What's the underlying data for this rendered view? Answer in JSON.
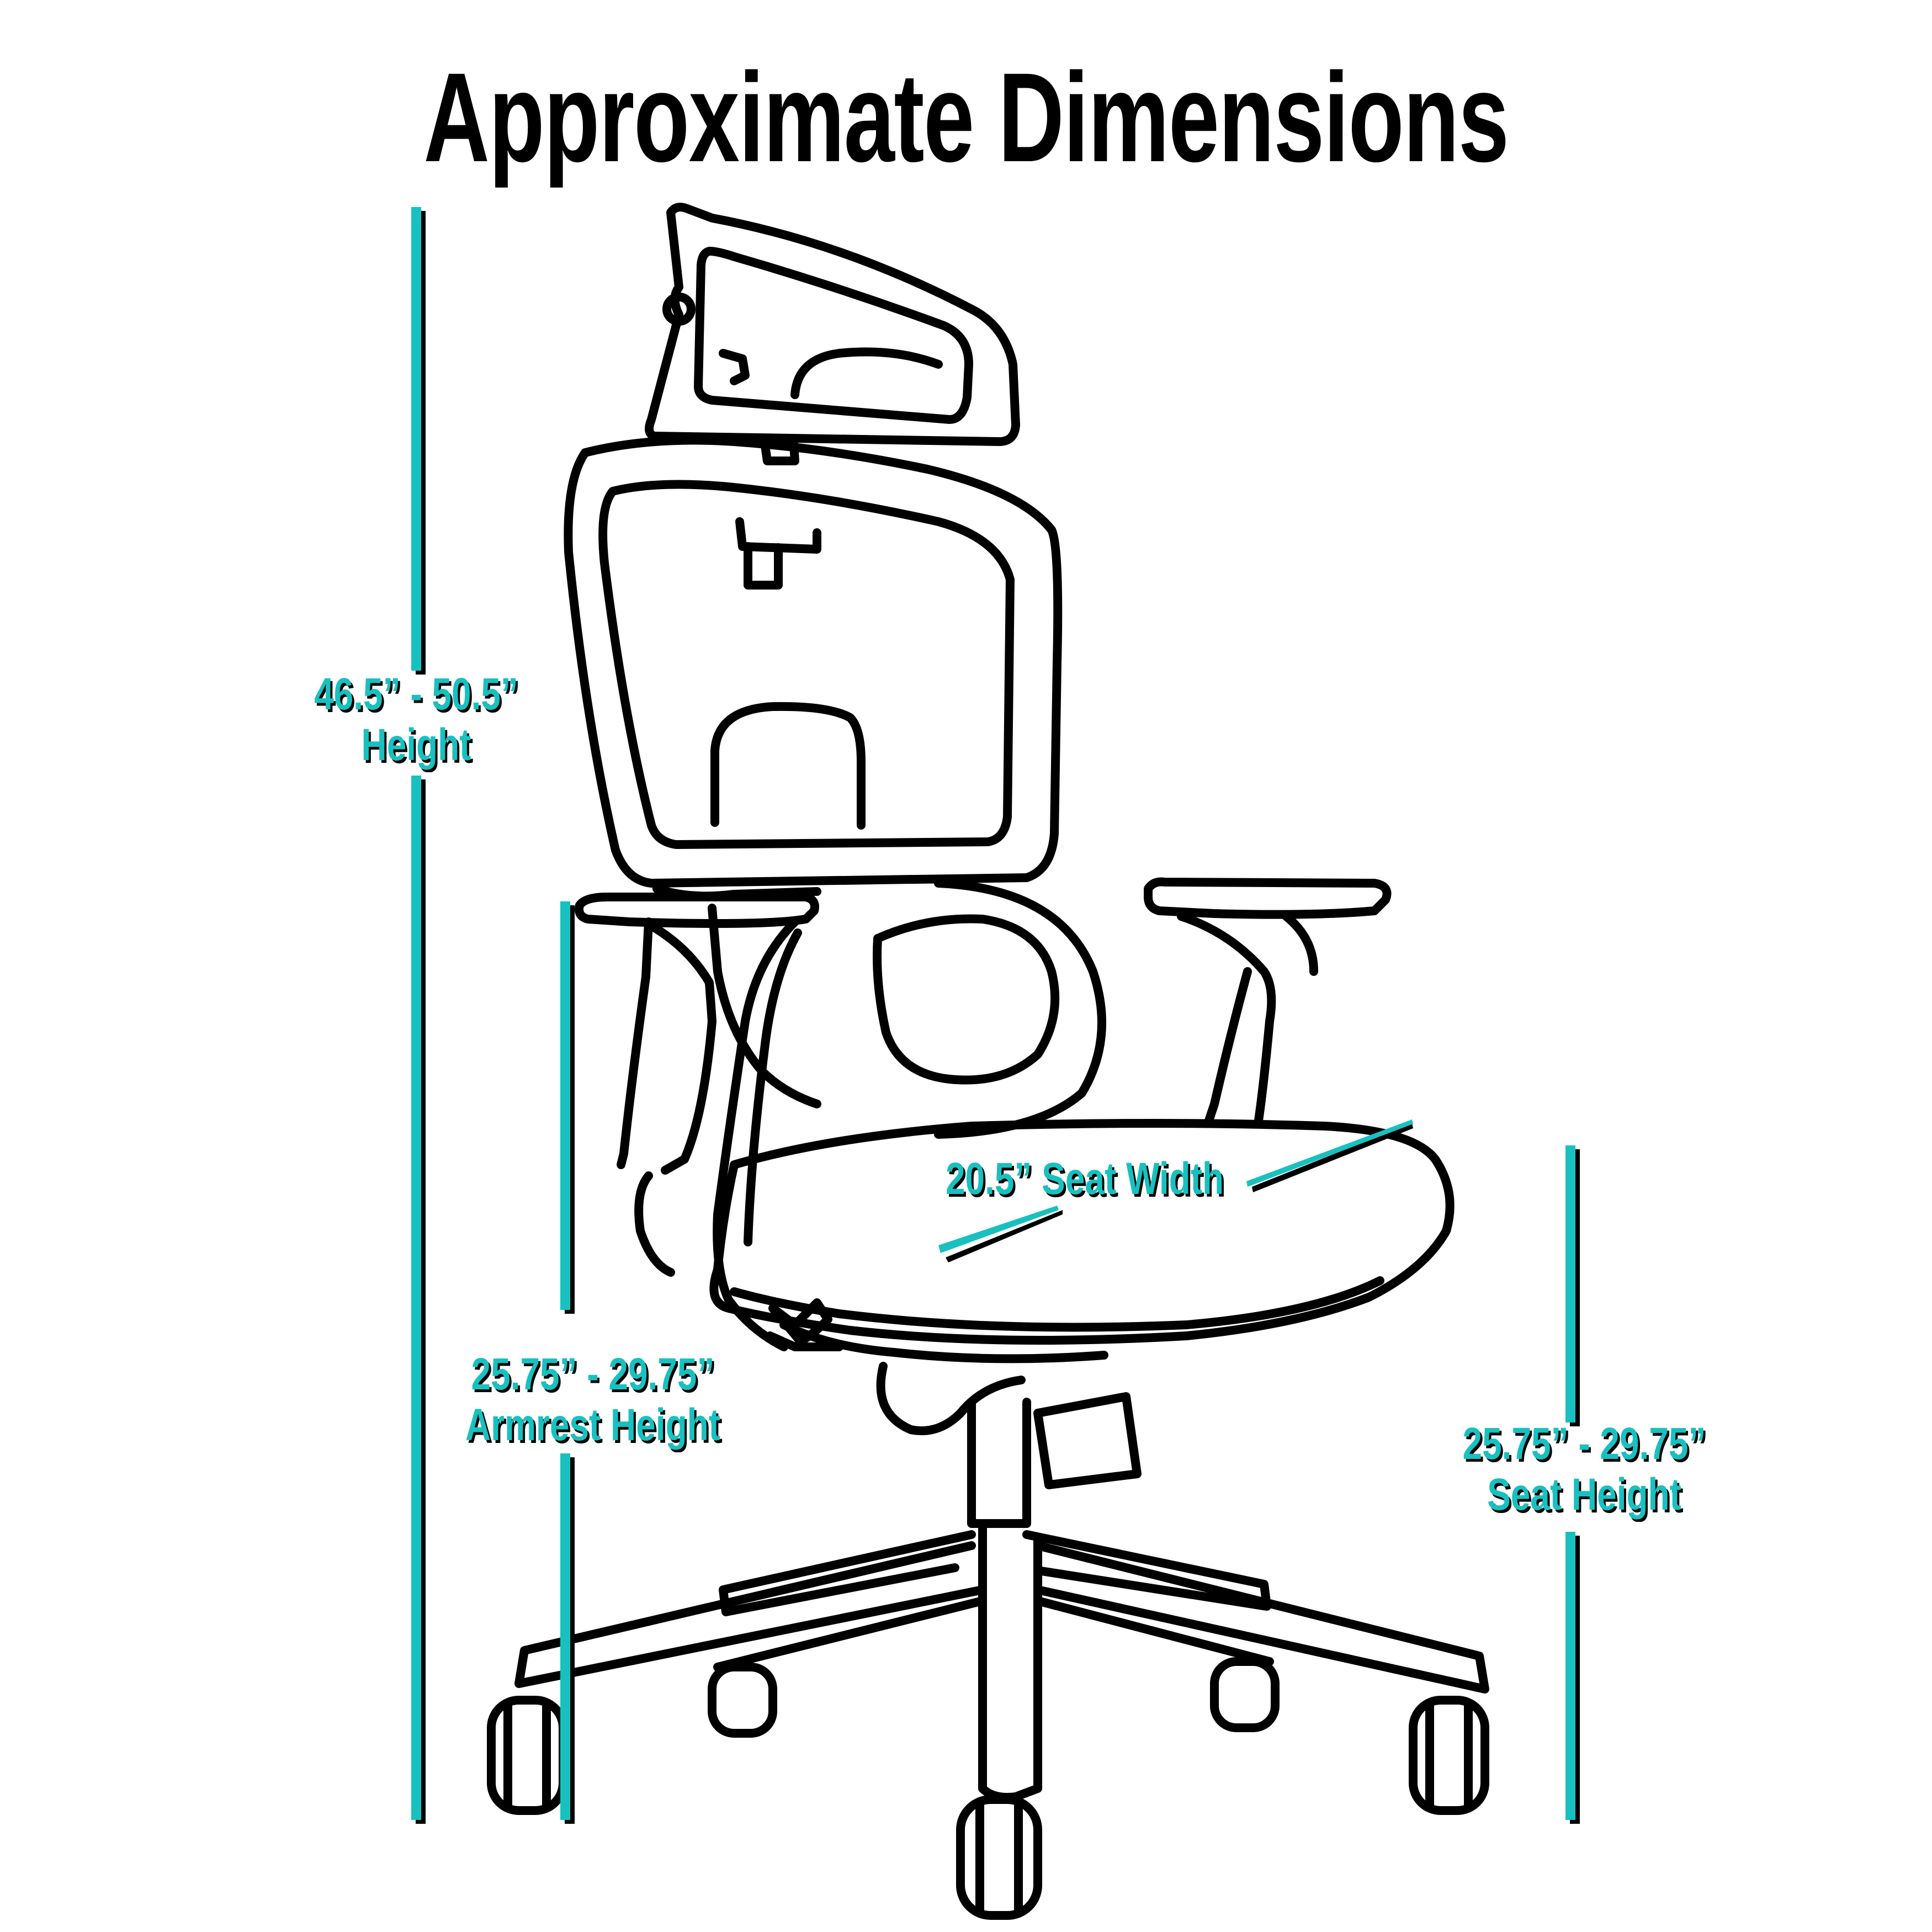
{
  "title": "Approximate Dimensions",
  "accent_color": "#19c0c0",
  "outline_color": "#000000",
  "dimensions": {
    "overall_height": {
      "range": "46.5” - 50.5”",
      "label": "Height"
    },
    "armrest_height": {
      "range": "25.75” - 29.75”",
      "label": "Armrest Height"
    },
    "seat_height": {
      "range": "25.75” - 29.75”",
      "label": "Seat Height"
    },
    "seat_width": {
      "label": "20.5” Seat Width"
    }
  }
}
